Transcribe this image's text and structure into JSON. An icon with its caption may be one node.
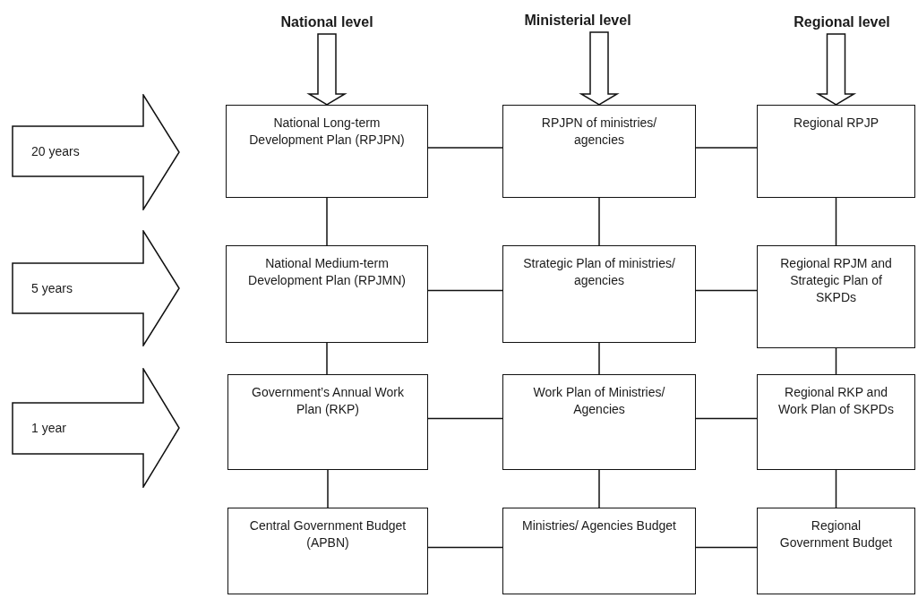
{
  "diagram": {
    "nodes": [
      {
        "text": [
          "National level"
        ]
      },
      {
        "text": [
          "Ministerial level"
        ]
      },
      {
        "text": [
          "Regional level"
        ]
      },
      {
        "text": [
          "20 years"
        ]
      },
      {
        "text": [
          "National Long-term Development Plan (RPJPN)"
        ]
      },
      {
        "text": [
          "RPJPN of ministries/ agencies"
        ]
      },
      {
        "text": [
          "Regional RPJP"
        ]
      },
      {
        "text": [
          "5 years"
        ]
      },
      {
        "text": [
          "National Medium-term Development Plan (RPJMN)"
        ]
      },
      {
        "text": [
          "Strategic Plan of ministries/ agencies"
        ]
      },
      {
        "text": [
          "Regional RPJM and Strategic Plan of SKPDs"
        ]
      },
      {
        "text": [
          "1 year"
        ]
      },
      {
        "text": [
          "Government’s Annual Work Plan (RKP)"
        ]
      },
      {
        "text": [
          "Work Plan of Ministries/ Agencies"
        ]
      },
      {
        "text": [
          "Regional RKP and Work Plan of SKPDs"
        ]
      },
      {
        "text": [
          "Central Government Budget (APBN)"
        ]
      },
      {
        "text": [
          "Ministries/ Agencies Budget"
        ]
      },
      {
        "text": [
          "Regional Government Budget"
        ]
      }
    ],
    "edges": [
      {
        "from": 0,
        "to": 4,
        "arrow": "to",
        "style": "thick"
      },
      {
        "from": 1,
        "to": 5,
        "arrow": "to",
        "style": "thick"
      },
      {
        "from": 2,
        "to": 6,
        "arrow": "to",
        "style": "thick"
      },
      {
        "from": 4,
        "to": 5,
        "arrow": "none"
      },
      {
        "from": 5,
        "to": 6,
        "arrow": "none"
      },
      {
        "from": 4,
        "to": 8,
        "arrow": "none"
      },
      {
        "from": 5,
        "to": 9,
        "arrow": "none"
      },
      {
        "from": 6,
        "to": 10,
        "arrow": "none"
      },
      {
        "from": 8,
        "to": 9,
        "arrow": "none"
      },
      {
        "from": 9,
        "to": 10,
        "arrow": "none"
      },
      {
        "from": 8,
        "to": 12,
        "arrow": "none"
      },
      {
        "from": 9,
        "to": 13,
        "arrow": "none"
      },
      {
        "from": 10,
        "to": 14,
        "arrow": "none"
      },
      {
        "from": 12,
        "to": 13,
        "arrow": "none"
      },
      {
        "from": 13,
        "to": 14,
        "arrow": "none"
      },
      {
        "from": 12,
        "to": 15,
        "arrow": "none"
      },
      {
        "from": 13,
        "to": 16,
        "arrow": "none"
      },
      {
        "from": 14,
        "to": 17,
        "arrow": "none"
      },
      {
        "from": 15,
        "to": 16,
        "arrow": "none"
      },
      {
        "from": 16,
        "to": 17,
        "arrow": "none"
      }
    ]
  }
}
